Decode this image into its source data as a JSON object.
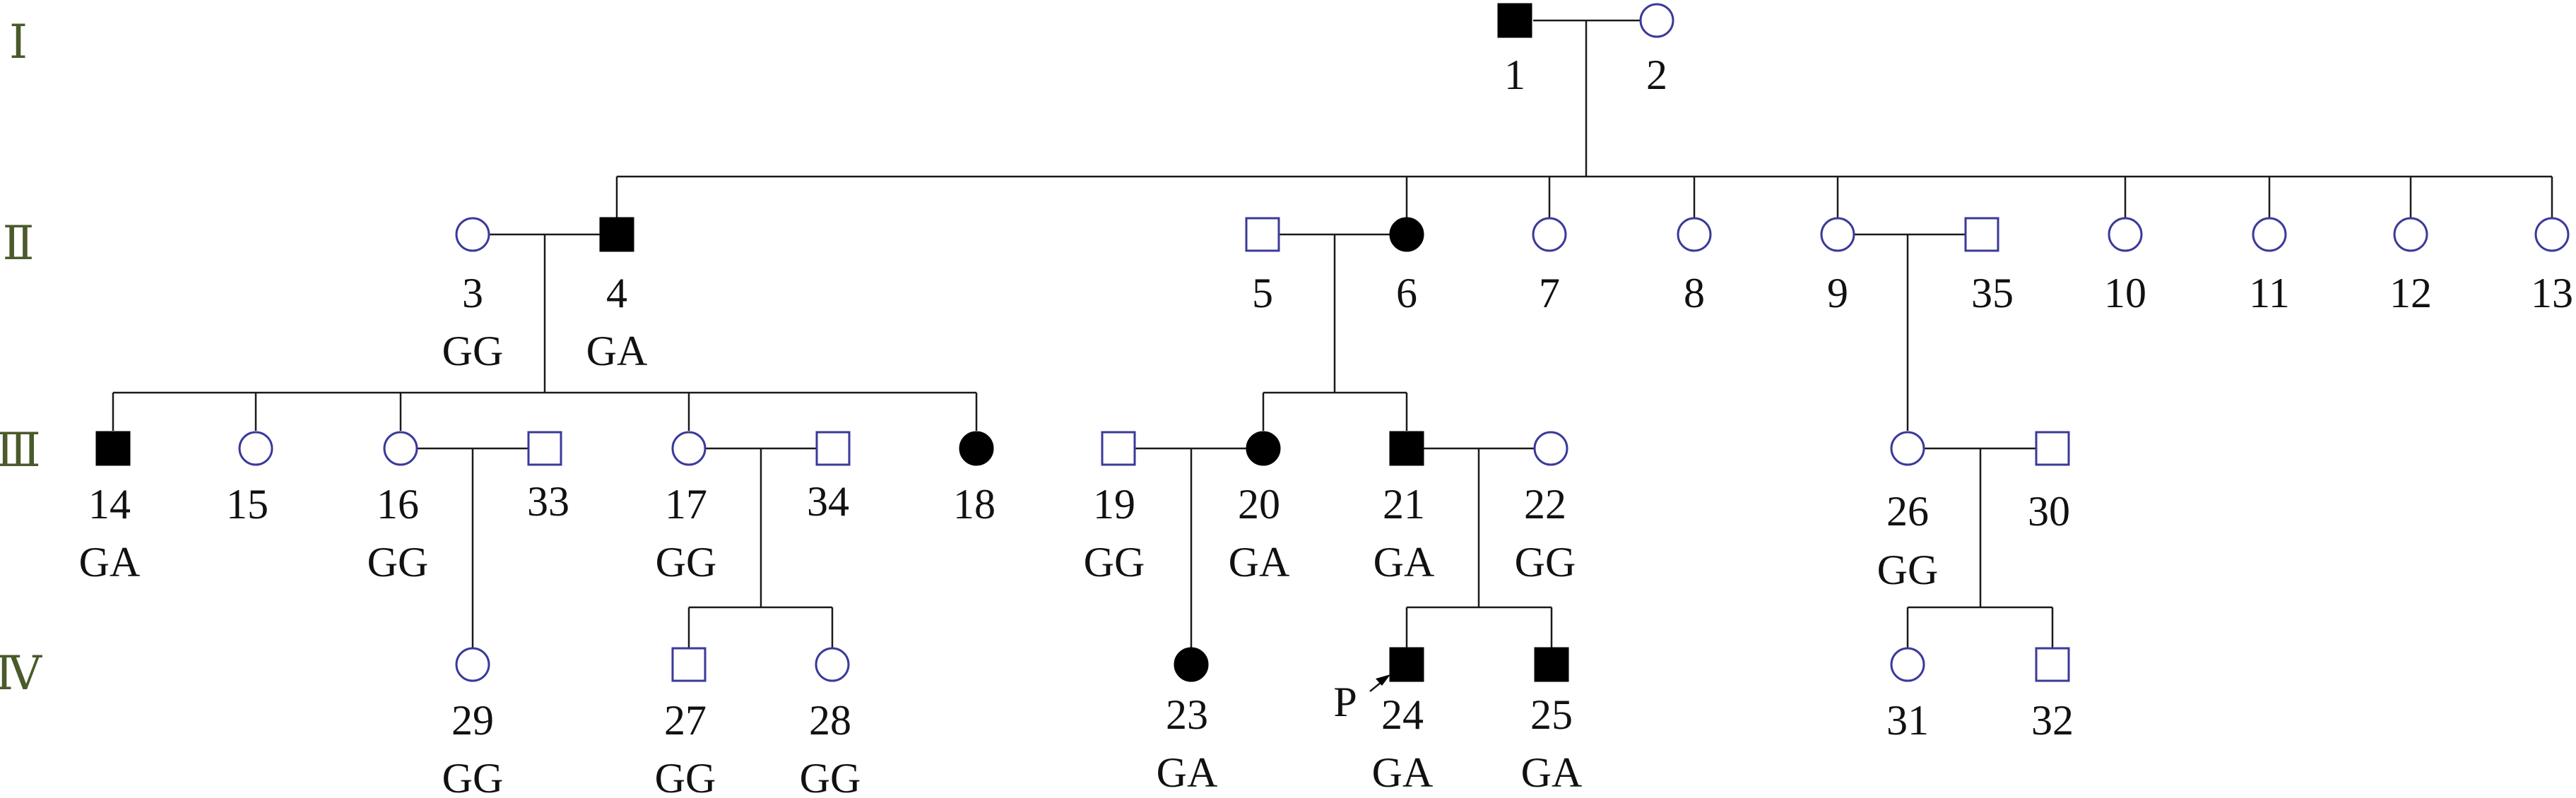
{
  "generations": [
    {
      "id": "gen1",
      "label": "Ⅰ"
    },
    {
      "id": "gen2",
      "label": "Ⅱ"
    },
    {
      "id": "gen3",
      "label": "Ⅲ"
    },
    {
      "id": "gen4",
      "label": "Ⅳ"
    }
  ],
  "individuals": [
    {
      "id": "1",
      "sex": "male",
      "affected": true,
      "genotype": ""
    },
    {
      "id": "2",
      "sex": "female",
      "affected": false,
      "genotype": ""
    },
    {
      "id": "3",
      "sex": "female",
      "affected": false,
      "genotype": "GG"
    },
    {
      "id": "4",
      "sex": "male",
      "affected": true,
      "genotype": "GA"
    },
    {
      "id": "5",
      "sex": "male",
      "affected": false,
      "genotype": ""
    },
    {
      "id": "6",
      "sex": "female",
      "affected": true,
      "genotype": ""
    },
    {
      "id": "7",
      "sex": "female",
      "affected": false,
      "genotype": ""
    },
    {
      "id": "8",
      "sex": "female",
      "affected": false,
      "genotype": ""
    },
    {
      "id": "9",
      "sex": "female",
      "affected": false,
      "genotype": ""
    },
    {
      "id": "35",
      "sex": "male",
      "affected": false,
      "genotype": ""
    },
    {
      "id": "10",
      "sex": "female",
      "affected": false,
      "genotype": ""
    },
    {
      "id": "11",
      "sex": "female",
      "affected": false,
      "genotype": ""
    },
    {
      "id": "12",
      "sex": "female",
      "affected": false,
      "genotype": ""
    },
    {
      "id": "13",
      "sex": "female",
      "affected": false,
      "genotype": ""
    },
    {
      "id": "14",
      "sex": "male",
      "affected": true,
      "genotype": "GA"
    },
    {
      "id": "15",
      "sex": "female",
      "affected": false,
      "genotype": ""
    },
    {
      "id": "16",
      "sex": "female",
      "affected": false,
      "genotype": "GG"
    },
    {
      "id": "33",
      "sex": "male",
      "affected": false,
      "genotype": ""
    },
    {
      "id": "17",
      "sex": "female",
      "affected": false,
      "genotype": "GG"
    },
    {
      "id": "34",
      "sex": "male",
      "affected": false,
      "genotype": ""
    },
    {
      "id": "18",
      "sex": "female",
      "affected": true,
      "genotype": ""
    },
    {
      "id": "19",
      "sex": "male",
      "affected": false,
      "genotype": "GG"
    },
    {
      "id": "20",
      "sex": "female",
      "affected": true,
      "genotype": "GA"
    },
    {
      "id": "21",
      "sex": "male",
      "affected": true,
      "genotype": "GA"
    },
    {
      "id": "22",
      "sex": "female",
      "affected": false,
      "genotype": "GG"
    },
    {
      "id": "26",
      "sex": "female",
      "affected": false,
      "genotype": "GG"
    },
    {
      "id": "30",
      "sex": "male",
      "affected": false,
      "genotype": ""
    },
    {
      "id": "29",
      "sex": "female",
      "affected": false,
      "genotype": "GG"
    },
    {
      "id": "27",
      "sex": "male",
      "affected": false,
      "genotype": "GG"
    },
    {
      "id": "28",
      "sex": "female",
      "affected": false,
      "genotype": "GG"
    },
    {
      "id": "23",
      "sex": "female",
      "affected": true,
      "genotype": "GA"
    },
    {
      "id": "24",
      "sex": "male",
      "affected": true,
      "genotype": "GA",
      "proband": true
    },
    {
      "id": "25",
      "sex": "male",
      "affected": true,
      "genotype": "GA"
    },
    {
      "id": "31",
      "sex": "female",
      "affected": false,
      "genotype": ""
    },
    {
      "id": "32",
      "sex": "male",
      "affected": false,
      "genotype": ""
    }
  ],
  "proband_label": "P",
  "colors": {
    "line": "#1a1a1a",
    "unaffected_outline": "#3a3a9a",
    "affected_fill": "#000000",
    "generation_label": "#4a5a2a"
  }
}
